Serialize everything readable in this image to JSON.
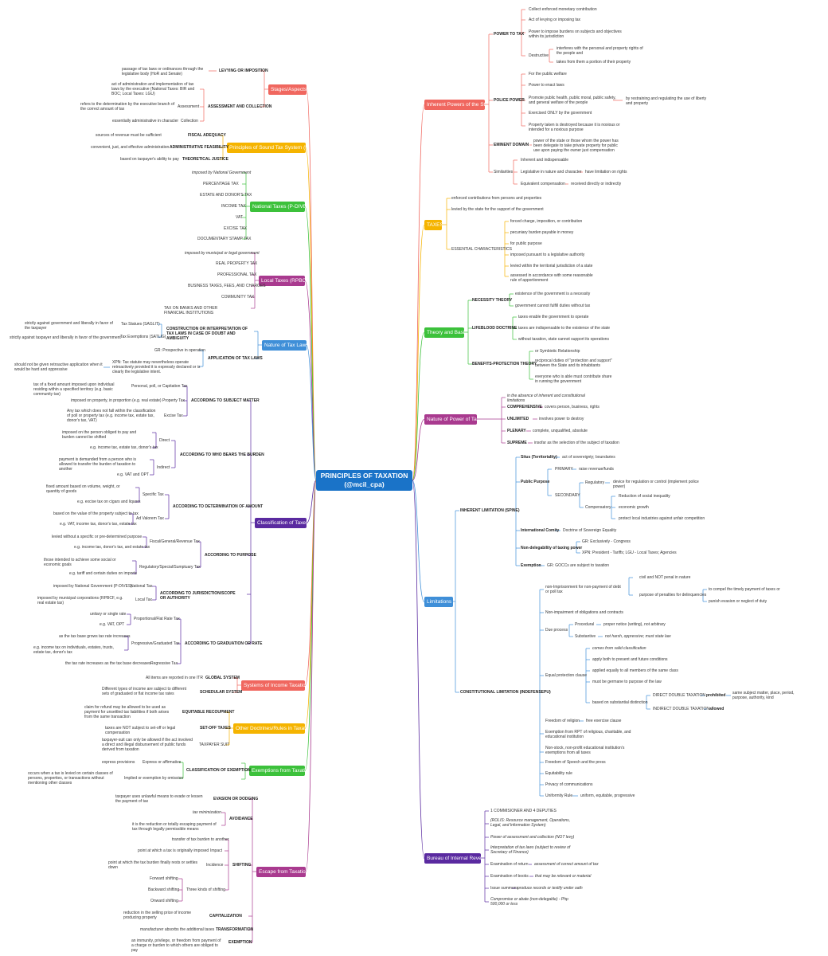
{
  "root": {
    "title": "PRINCIPLES OF TAXATION",
    "handle": "(@mcil_cpa)"
  },
  "branches": [
    {
      "id": "inherent",
      "label": "Inherent Powers of the State",
      "color": "#f0675f"
    },
    {
      "id": "taxes",
      "label": "TAXES",
      "color": "#f5b400"
    },
    {
      "id": "theory",
      "label": "Theory and Basis",
      "color": "#3cc13b"
    },
    {
      "id": "nature_power",
      "label": "Nature of Power of Taxation (CUPS)",
      "color": "#a93a8f"
    },
    {
      "id": "limitations",
      "label": "Limitations",
      "color": "#3f8fd8"
    },
    {
      "id": "bir",
      "label": "Bureau of Internal Revenue",
      "color": "#5a2aa0"
    },
    {
      "id": "stages",
      "label": "Stages/Aspects",
      "color": "#f0675f"
    },
    {
      "id": "principles",
      "label": "Principles of Sound Tax System (FAT)",
      "color": "#f5b400"
    },
    {
      "id": "national",
      "label": "National Taxes (P-DIVES)",
      "color": "#3cc13b"
    },
    {
      "id": "local",
      "label": "Local Taxes (RPBCF)",
      "color": "#a93a8f"
    },
    {
      "id": "nature_laws",
      "label": "Nature of Tax Laws",
      "color": "#3f8fd8"
    },
    {
      "id": "classification",
      "label": "Classification of Taxes",
      "color": "#5a2aa0"
    },
    {
      "id": "systems",
      "label": "Systems of Income Taxation",
      "color": "#f0675f"
    },
    {
      "id": "doctrines",
      "label": "Other Doctrines/Rules in Taxation",
      "color": "#f5b400"
    },
    {
      "id": "exemptions",
      "label": "Exemptions from Taxation",
      "color": "#3cc13b"
    },
    {
      "id": "escape",
      "label": "Escape from Taxation",
      "color": "#a93a8f"
    }
  ],
  "inherent": {
    "power_to_tax": "POWER TO TAX",
    "pt_items": [
      "Collect enforced monetary contribution",
      "Act of levying or imposing tax",
      "Power to impose burdens on subjects and objectives within its jurisdiction",
      "Destructive"
    ],
    "destructive_items": [
      "interferes with the personal and property rights of the people and",
      "takes from them a portion of their property"
    ],
    "police_power": "POLICE POWER",
    "pp_items": [
      "For the public welfare",
      "Power to enact laws",
      "Promote public health, public moral, public safety, and general welfare of the people",
      "Exercised ONLY by the government",
      "Property taken is destroyed because it is noxious or intended for a noxious purpose"
    ],
    "pp_side": "by restraining and regulating the use of liberty and property",
    "eminent_domain": "EMINENT DOMAIN",
    "ed_desc": "power of the state or those whom the power has been delegate to take private property for public use upon paying the owner just compensation",
    "similarities": "Similarities",
    "sim_items": [
      "Inherent and indispensable",
      "Legislative in nature and character",
      "Equivalent compensation"
    ],
    "sim_side1": "have limitation on rights",
    "sim_side2": "received directly or indirectly"
  },
  "taxes": {
    "items": [
      "enforced contributions from persons and properties",
      "levied by the state for the support of the government"
    ],
    "essential": "ESSENTIAL CHARACTERISTICS",
    "chars": [
      "forced charge, imposition, or contribution",
      "pecuniary burden payable in money",
      "for public purpose",
      "imposed pursuant to a legislative authority",
      "levied within the territorial jurisdiction of a state",
      "assessed in accordance with some reasonable rule of apportionment"
    ]
  },
  "theory": {
    "necessity": "NECESSITY THEORY",
    "nec_items": [
      "existence of the government is a necessity",
      "government cannot fulfill duties without tax"
    ],
    "lifeblood": "LIFEBLOOD DOCTRINE",
    "life_items": [
      "taxes enable the government to operate",
      "taxes are indispensable to the existence of the state",
      "without taxation, state cannot support its operations"
    ],
    "benefits": "BENEFITS-PROTECTION THEORY",
    "ben_items": [
      "or Symbiotic Relationship",
      "reciprocal duties of \"protection and support\" between the State and its inhabitants",
      "everyone who is able must contribute share in running the government"
    ]
  },
  "nature_power": {
    "intro": "in the absence of inherent and constitutional limitations",
    "items": [
      {
        "k": "COMPREHENSIVE",
        "v": "covers person, business, rights"
      },
      {
        "k": "UNLIMITED",
        "v": "involves power to destroy"
      },
      {
        "k": "PLENARY",
        "v": "complete, unqualified, absolute"
      },
      {
        "k": "SUPREME",
        "v": "insofar as the selection of the subject of taxation"
      }
    ]
  },
  "limitations": {
    "inherent": "INHERENT LIMITATION (SPINE)",
    "situs": "Situs (Territoriality)",
    "situs_v": "act of sovereignty; boundaries",
    "public_purpose": "Public Purpose",
    "primary": "PRIMARY",
    "primary_v": "raise revenue/funds",
    "secondary": "SECONDARY",
    "regulatory": "Regulatory",
    "regulatory_v": "device for regulation or control (implement police power)",
    "compensatory": "Compensatory",
    "comp_items": [
      "Reduction of social inequality",
      "economic growth",
      "protect local industries against unfair competition"
    ],
    "intl_comity": "International Comity",
    "intl_v": "Doctrine of Sovereign Equality",
    "nondelegability": "Non-delegability of taxing power",
    "nd_items": [
      "GR: Exclusively - Congress",
      "XPN: President - Tariffs; LGU - Local Taxes; Agencies"
    ],
    "exemption": "Exemption",
    "exemption_v": "GR: GOCCs are subject to taxation",
    "constitutional": "CONSTITUTIONAL LIMITATION (INDEFENSEPU)",
    "imprisonment": "non-Imprisonment for non-payment of debt or poll tax",
    "civil": "civil and NOT penal in nature",
    "purpose_pen": "purpose of penalties for delinquencies",
    "pen_items": [
      "to compel the timely payment of taxes or",
      "punish evasion or neglect of duty"
    ],
    "non_impair": "Non-impairment of obligations and contracts",
    "due_process": "Due process",
    "procedural": "Procedural",
    "procedural_v": "proper notice (writing), not arbitrary",
    "substantive": "Substantive",
    "substantive_v": "not harsh, oppressive; must state law",
    "equal": "Equal protection clause",
    "eq_items": [
      "comes from valid classification",
      "apply both to present and future conditions",
      "applied equally to all members of the same class",
      "must be germane to purpose of the law",
      "based on substantial distinction"
    ],
    "direct_dt": "DIRECT DOUBLE TAXATION",
    "prohibited": "prohibited",
    "prohibited_v": "same subject matter, place, period, purpose, authority, kind",
    "indirect_dt": "INDIRECT DOUBLE TAXATION",
    "allowed": "allowed",
    "freedom_religion": "Freedom of religion",
    "free_exercise": "free exercise clause",
    "exemption_rpt": "Exemption from RPT of religious, charitable, and educational institution",
    "nonstock": "Non-stock, non-profit educational institution's exemptions from all taxes",
    "freedom_speech": "Freedom of Speech and the press",
    "equitability": "Equitability rule",
    "privacy": "Privacy of communications",
    "uniformity": "Uniformity Rule",
    "uniformity_v": "uniform, equitable, progressive"
  },
  "bir": {
    "items": [
      "1 COMMISIONER AND 4 DEPUTIES",
      "(ROLIS: Resource management, Operations, Legal, and Information System)",
      "Power of assessment and collection (NOT levy)",
      "Interpretation of tax laws (subject to review of Secretary of Finance)",
      "Examination of return",
      "Examination of books",
      "Issue summons",
      "Compromise or abate (non-delegable) - Php 500,000 or less"
    ],
    "side_return": "assessment of correct amount of tax",
    "side_books": "that may be relevant or material",
    "side_summons": "produce records or testify under oath"
  },
  "stages": {
    "levying": "LEVYING OR IMPOSITION",
    "levying_v": "passage of tax laws or ordinances through the legislative body (HoR and Senate)",
    "assessment_collection": "ASSESSMENT AND COLLECTION",
    "intro": "act of administration and implementation of tax laws by the executive (National Taxes: BIR and BOC; Local Taxes: LGU)",
    "assessment": "Assessment",
    "assessment_v": "refers to the determination by the executive branch of the correct amount of tax",
    "collection": "Collection",
    "collection_v": "essentially administrative in character"
  },
  "principles": {
    "items": [
      {
        "k": "FISCAL ADEQUACY",
        "v": "sources of revenue must be sufficient"
      },
      {
        "k": "ADMINISTRATIVE FEASIBILITY",
        "v": "convenient, just, and effective administration"
      },
      {
        "k": "THEORETICAL JUSTICE",
        "v": "based on taxpayer's ability to pay"
      }
    ]
  },
  "national": {
    "intro": "imposed by National Government",
    "items": [
      "PERCENTAGE TAX",
      "ESTATE AND DONOR'S TAX",
      "INCOME TAX",
      "VAT",
      "EXCISE TAX",
      "DOCUMENTARY STAMP TAX"
    ]
  },
  "local": {
    "intro": "imposed by municipal or legal government",
    "items": [
      "REAL PROPERTY TAX",
      "PROFESSIONAL TAX",
      "BUSINESS TAXES, FEES, AND CHARGES",
      "COMMUNITY TAX",
      "TAX ON BANKS AND OTHER FINANCIAL INSTITUTIONS"
    ]
  },
  "nature_laws": {
    "construction": "CONSTRUCTION OR INTERPRETATION OF TAX LAWS IN CASE OF DOUBT AND AMBIGUITY",
    "statutes": "Tax Statues (SAGLIT)",
    "statutes_v": "strictly against government and liberally in favor of the taxpayer",
    "exemptions": "Tax Exemptions (SATLIG)",
    "exemptions_v": "strictly against taxpayer and liberally in favor of the government",
    "application": "APPLICATION OF TAX LAWS",
    "gr": "GR: Prospective in operation",
    "xpn": "XPN: Tax statute may nevertheless operate retroactively provided it is expressly declared or is clearly the legislative intent.",
    "xpn_side": "should not be given retroactive application when it would be hard and oppressive"
  },
  "classification": {
    "subject": "ACCORDING TO SUBJECT MATTER",
    "personal": "Personal, poll, or Capitation Tax",
    "personal_v": "tax of a fixed amount imposed upon individual residing within a specified territory (e.g. basic community tax)",
    "property": "Property Tax",
    "property_v": "imposed on property, in proportion (e.g. real estate)",
    "excise": "Excise Tax",
    "excise_v": "Any tax which does not fall within the classification of poll or property tax (e.g. income tax, estate tax, donor's tax, VAT)",
    "burden": "ACCORDING TO WHO BEARS THE BURDEN",
    "direct": "Direct",
    "direct_v1": "imposed on the person obliged to pay and burden cannot be shifted",
    "direct_v2": "e.g. income tax, estate tax, donor's tax",
    "indirect": "Indirect",
    "indirect_v1": "payment is demanded from a person who is allowed to transfer the burden of taxation to another",
    "indirect_v2": "e.g. VAT and OPT",
    "amount": "ACCORDING TO DETERMINATION OF AMOUNT",
    "specific": "Specific Tax",
    "specific_v1": "fixed amount based on volume, weight, or quantity of goods",
    "specific_v2": "e.g. excise tax on cigars and liquors",
    "advalorem": "Ad Valorem Tax",
    "advalorem_v1": "based on the value of the property subject to tax",
    "advalorem_v2": "e.g. VAT, income tax, donor's tax, estate tax",
    "purpose": "ACCORDING TO PURPOSE",
    "fiscal": "Fiscal/General/Revenue Tax",
    "fiscal_v1": "levied without a specific or pre-determined purpose",
    "fiscal_v2": "e.g. income tax, donor's tax, and estate tax",
    "regulatory": "Regulatory/Special/Sumptuary Tax",
    "regulatory_v1": "those intended to achieve some social or economic goals",
    "regulatory_v2": "e.g. tariff and certain duties on imports",
    "jurisdiction": "ACCORDING TO JURISDICTION/SCOPE OR AUTHORITY",
    "national": "National Tax",
    "national_v": "imposed by National Government (P-DIVES)",
    "local": "Local Tax",
    "local_v": "imposed by municipal corporations (RPBCF, e.g. real estate tax)",
    "graduation": "ACCORDING TO GRADUATION OR RATE",
    "proportional": "Proportional/Flat Rate Tax",
    "proportional_v1": "unitary or single rate",
    "proportional_v2": "e.g. VAT, OPT",
    "progressive": "Progressive/Graduated Tax",
    "progressive_v1": "as the tax base grows tax rate increases",
    "progressive_v2": "e.g. income tax on individuals, estates, trusts, estate tax, donor's tax",
    "regressive": "Regressive Tax",
    "regressive_v": "the tax rate increases as the tax base decreases"
  },
  "systems": {
    "global": "GLOBAL SYSTEM",
    "global_v": "All items are reported in one ITR",
    "schedular": "SCHEDULAR SYSTEM",
    "schedular_v": "Different types of income are subject to different sets of graduated or flat income tax rates"
  },
  "doctrines": {
    "equitable": "EQUITABLE RECOUPMENT",
    "equitable_v": "claim for refund may be allowed to be used as payment for unsettled tax liabilities if both arises from the same transaction",
    "setoff": "SET-OFF TAXES",
    "setoff_v": "taxes are NOT subject to set-off or legal compensation",
    "suit": "TAXPAYER SUIT",
    "suit_v": "taxpayer-suit can only be allowed if the act involved a direct and illegal disbursement of public funds derived from taxation"
  },
  "exemptions": {
    "classification": "CLASSIFICATION OF EXEMPTION",
    "express": "Express or affirmative",
    "express_v": "express provisions",
    "implied": "Implied or exemption by omission",
    "implied_v": "occurs when a tax is levied on certain classes of persons, properties, or transactions without mentioning other classes"
  },
  "escape": {
    "evasion": "EVASION OR DODGING",
    "evasion_v": "taxpayer uses unlawful means to evade or lessen the payment of tax",
    "avoidance": "AVOIDANCE",
    "avoidance_v1": "tax minimization",
    "avoidance_v2": "it is the reduction or totally escaping payment of tax through legally permissible means",
    "shifting": "SHIFTING",
    "shifting_v": "transfer of tax burden to another",
    "impact": "Impact",
    "impact_v": "point at which a tax is originally imposed",
    "incidence": "Incidence",
    "incidence_v": "point at which the tax burden finally rests or settles down",
    "three_kinds": "Three kinds of shifting",
    "kinds": [
      "Forward shifting",
      "Backward shifting",
      "Onward shifting"
    ],
    "capitalization": "CAPITALIZATION",
    "capitalization_v": "reduction in the selling price of income producing property",
    "transformation": "TRANSFORMATION",
    "transformation_v": "manufacturer absorbs the additional taxes",
    "exemption": "EXEMPTION",
    "exemption_v": "an immunity, privilege, or freedom from payment of a charge or burden to which others are obliged to pay"
  }
}
